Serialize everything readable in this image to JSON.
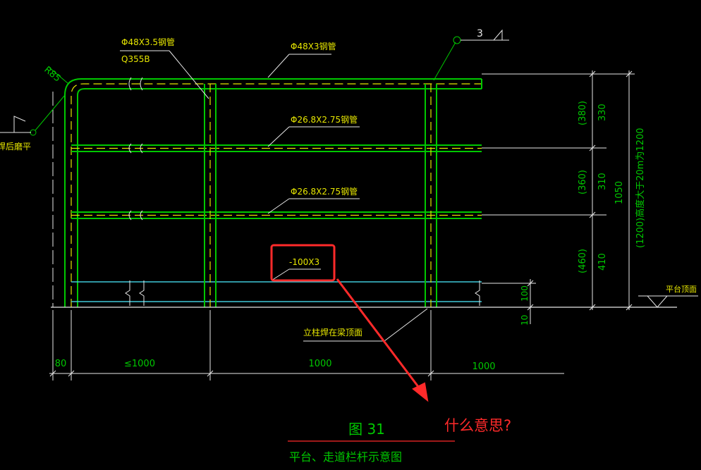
{
  "labels": {
    "top_rail_pipe": "Φ48X3.5钢管",
    "steel_grade": "Q355B",
    "handrail_pipe": "Φ48X3钢管",
    "weld_symbol": "3",
    "radius": "R85",
    "grind_note": "焊后磨平",
    "mid_rail_1": "Φ26.8X2.75钢管",
    "mid_rail_2": "Φ26.8X2.75钢管",
    "toe_board": "-100X3",
    "post_weld_note": "立柱焊在梁顶面",
    "platform_top": "平台顶面"
  },
  "dimensions": {
    "bottom": [
      "80",
      "≤1000",
      "1000",
      "1000"
    ],
    "right_inner_paren": [
      "(380)",
      "(360)",
      "(460)"
    ],
    "right_inner": [
      "330",
      "310",
      "410"
    ],
    "right_total": "1050",
    "right_total_note": "(1200)高度大于20m为1200",
    "toe_height": "100",
    "gap": "10"
  },
  "figure": {
    "number": "图 31",
    "caption": "平台、走道栏杆示意图"
  },
  "annotation": {
    "question": "什么意思?",
    "color": "#ff2a2a"
  },
  "colors": {
    "green": "#00c800",
    "yellow": "#e6e600",
    "white": "#e8e8e8",
    "cyan": "#3fc7d8",
    "red": "#ff2a2a"
  }
}
